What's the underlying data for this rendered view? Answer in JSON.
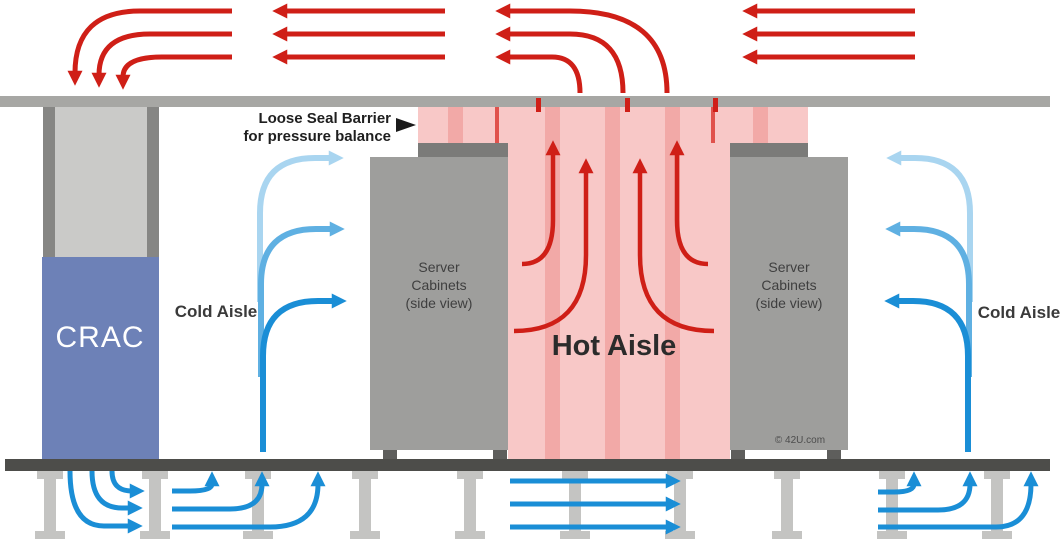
{
  "labels": {
    "crac": "CRAC",
    "cold_aisle_left": "Cold Aisle",
    "cold_aisle_right": "Cold Aisle",
    "hot_aisle": "Hot Aisle",
    "barrier_note_line1": "Loose Seal Barrier",
    "barrier_note_line2": "for pressure balance",
    "cabinet_left_line1": "Server",
    "cabinet_left_line2": "Cabinets",
    "cabinet_left_line3": "(side view)",
    "cabinet_right_line1": "Server",
    "cabinet_right_line2": "Cabinets",
    "cabinet_right_line3": "(side view)",
    "watermark": "© 42U.com"
  },
  "colors": {
    "hot_flow": "#cf1f17",
    "cold_flow": "#1a8ed6",
    "cold_flow_medium": "#5fb0e2",
    "cold_flow_light": "#a9d5f0",
    "hot_aisle_fill": "#f8c8c7",
    "hot_aisle_stripe": "#f2a9a7",
    "hot_aisle_seam": "#e0524c",
    "crac_fill": "#6d81b7",
    "crac_duct_rail": "#868684",
    "crac_duct_fill": "#cacac8",
    "cabinet_fill": "#9e9e9c",
    "cabinet_top_bar": "#7b7b79",
    "cabinet_feet": "#5e5e5c",
    "ceiling": "#a7a7a4",
    "floor": "#4d4d4a",
    "pedestal": "#c4c4c2",
    "barrier_pointer": "#1a1a1a"
  },
  "floor": {
    "pedestal_centers_x": [
      50,
      155,
      258,
      365,
      470,
      575,
      680,
      787,
      892,
      997
    ]
  }
}
